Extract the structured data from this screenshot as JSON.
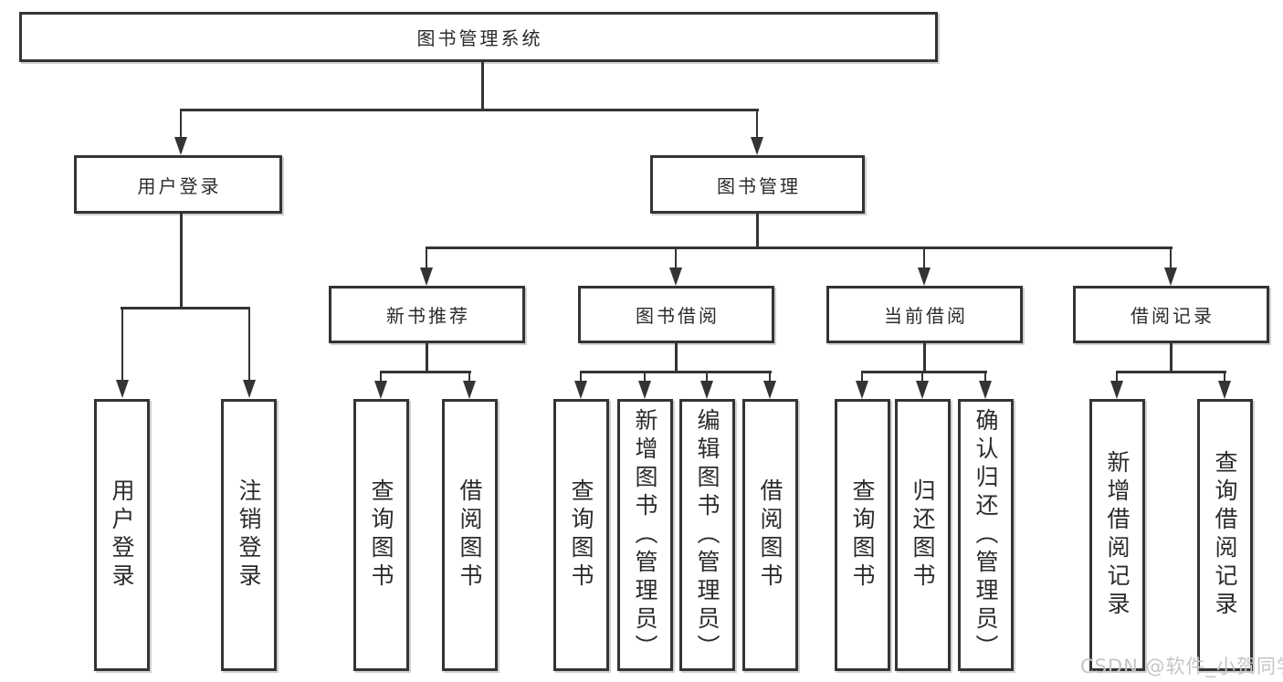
{
  "diagram": {
    "root": {
      "label": "图书管理系统"
    },
    "level2": [
      {
        "label": "用户登录"
      },
      {
        "label": "图书管理"
      }
    ],
    "level3": [
      {
        "label": "新书推荐"
      },
      {
        "label": "图书借阅"
      },
      {
        "label": "当前借阅"
      },
      {
        "label": "借阅记录"
      }
    ],
    "leaves": {
      "user_login": [
        {
          "label": "用户登录"
        },
        {
          "label": "注销登录"
        }
      ],
      "new_book": [
        {
          "label": "查询图书"
        },
        {
          "label": "借阅图书"
        }
      ],
      "book_borrow": [
        {
          "label": "查询图书"
        },
        {
          "label": "新增图书（管理员）"
        },
        {
          "label": "编辑图书（管理员）"
        },
        {
          "label": "借阅图书"
        }
      ],
      "current_borrow": [
        {
          "label": "查询图书"
        },
        {
          "label": "归还图书"
        },
        {
          "label": "确认归还（管理员）"
        }
      ],
      "borrow_record": [
        {
          "label": "新增借阅记录"
        },
        {
          "label": "查询借阅记录"
        }
      ]
    },
    "colors": {
      "line": "#343434",
      "text": "#2b2b2b",
      "background": "#ffffff",
      "watermark_text": "#c5c5c5"
    },
    "watermark": "CSDN @软件_小贺同学"
  }
}
